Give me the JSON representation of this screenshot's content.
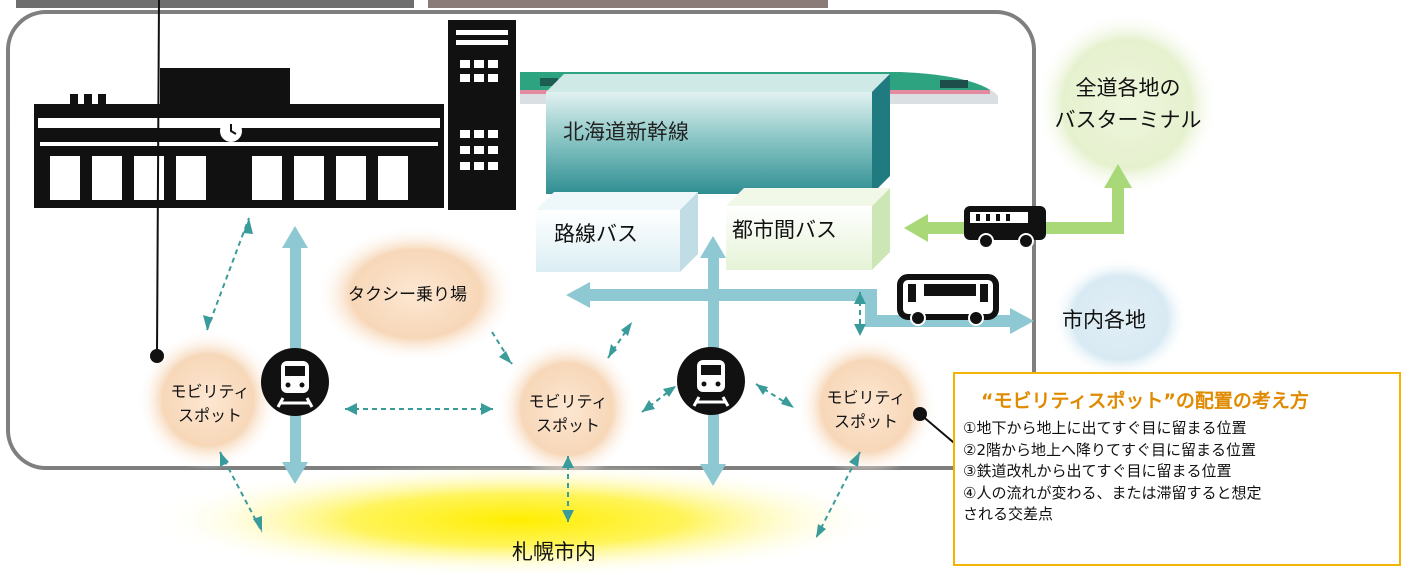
{
  "labels": {
    "shinkansen": "北海道新幹線",
    "route_bus": "路線バス",
    "intercity_bus": "都市間バス",
    "taxi": "タクシー乗り場",
    "bus_terminal": [
      "全道各地の",
      "バスターミナル"
    ],
    "city_destinations": "市内各地",
    "sapporo_city": "札幌市内",
    "mobility_spot": [
      "モビリティ",
      "スポット"
    ]
  },
  "note": {
    "title": "“モビリティスポット”の配置の考え方",
    "items": [
      "①地下から地上に出てすぐ目に留まる位置",
      "②2階から地上へ降りてすぐ目に留まる位置",
      "③鉄道改札から出てすぐ目に留まる位置",
      "④人の流れが変わる、または滞留すると想定",
      "される交差点"
    ]
  },
  "colors": {
    "frame": "#7f7f7f",
    "arrow_teal": "#8ec8d2",
    "arrow_green": "#a8d878",
    "dashed": "#3a9c9a",
    "spot_glow": "#f5d2b0",
    "sapporo_glow": "#ffee00",
    "note_border": "#f2b400",
    "note_title": "#e08a00",
    "shinkansen_box": "#3a9a9c"
  },
  "icons": [
    "station-building-icon",
    "office-tower-icon",
    "shinkansen-train-icon",
    "train-icon",
    "bus-icon",
    "pin-dot-icon"
  ]
}
